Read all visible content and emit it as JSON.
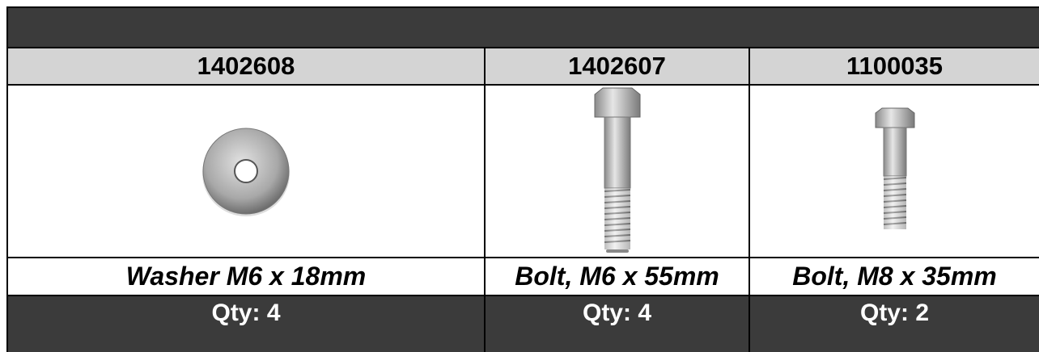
{
  "parts": [
    {
      "part_number": "1402608",
      "description": "Washer M6 x 18mm",
      "quantity": "Qty: 4",
      "icon": "washer-icon"
    },
    {
      "part_number": "1402607",
      "description": "Bolt, M6 x 55mm",
      "quantity": "Qty: 4",
      "icon": "long-bolt-icon"
    },
    {
      "part_number": "1100035",
      "description": "Bolt, M8 x 35mm",
      "quantity": "Qty: 2",
      "icon": "short-bolt-icon"
    }
  ],
  "colors": {
    "header_bar": "#3b3b3b",
    "part_number_bg": "#d4d4d4",
    "border": "#000000",
    "qty_bg": "#3b3b3b",
    "qty_text": "#ffffff"
  }
}
